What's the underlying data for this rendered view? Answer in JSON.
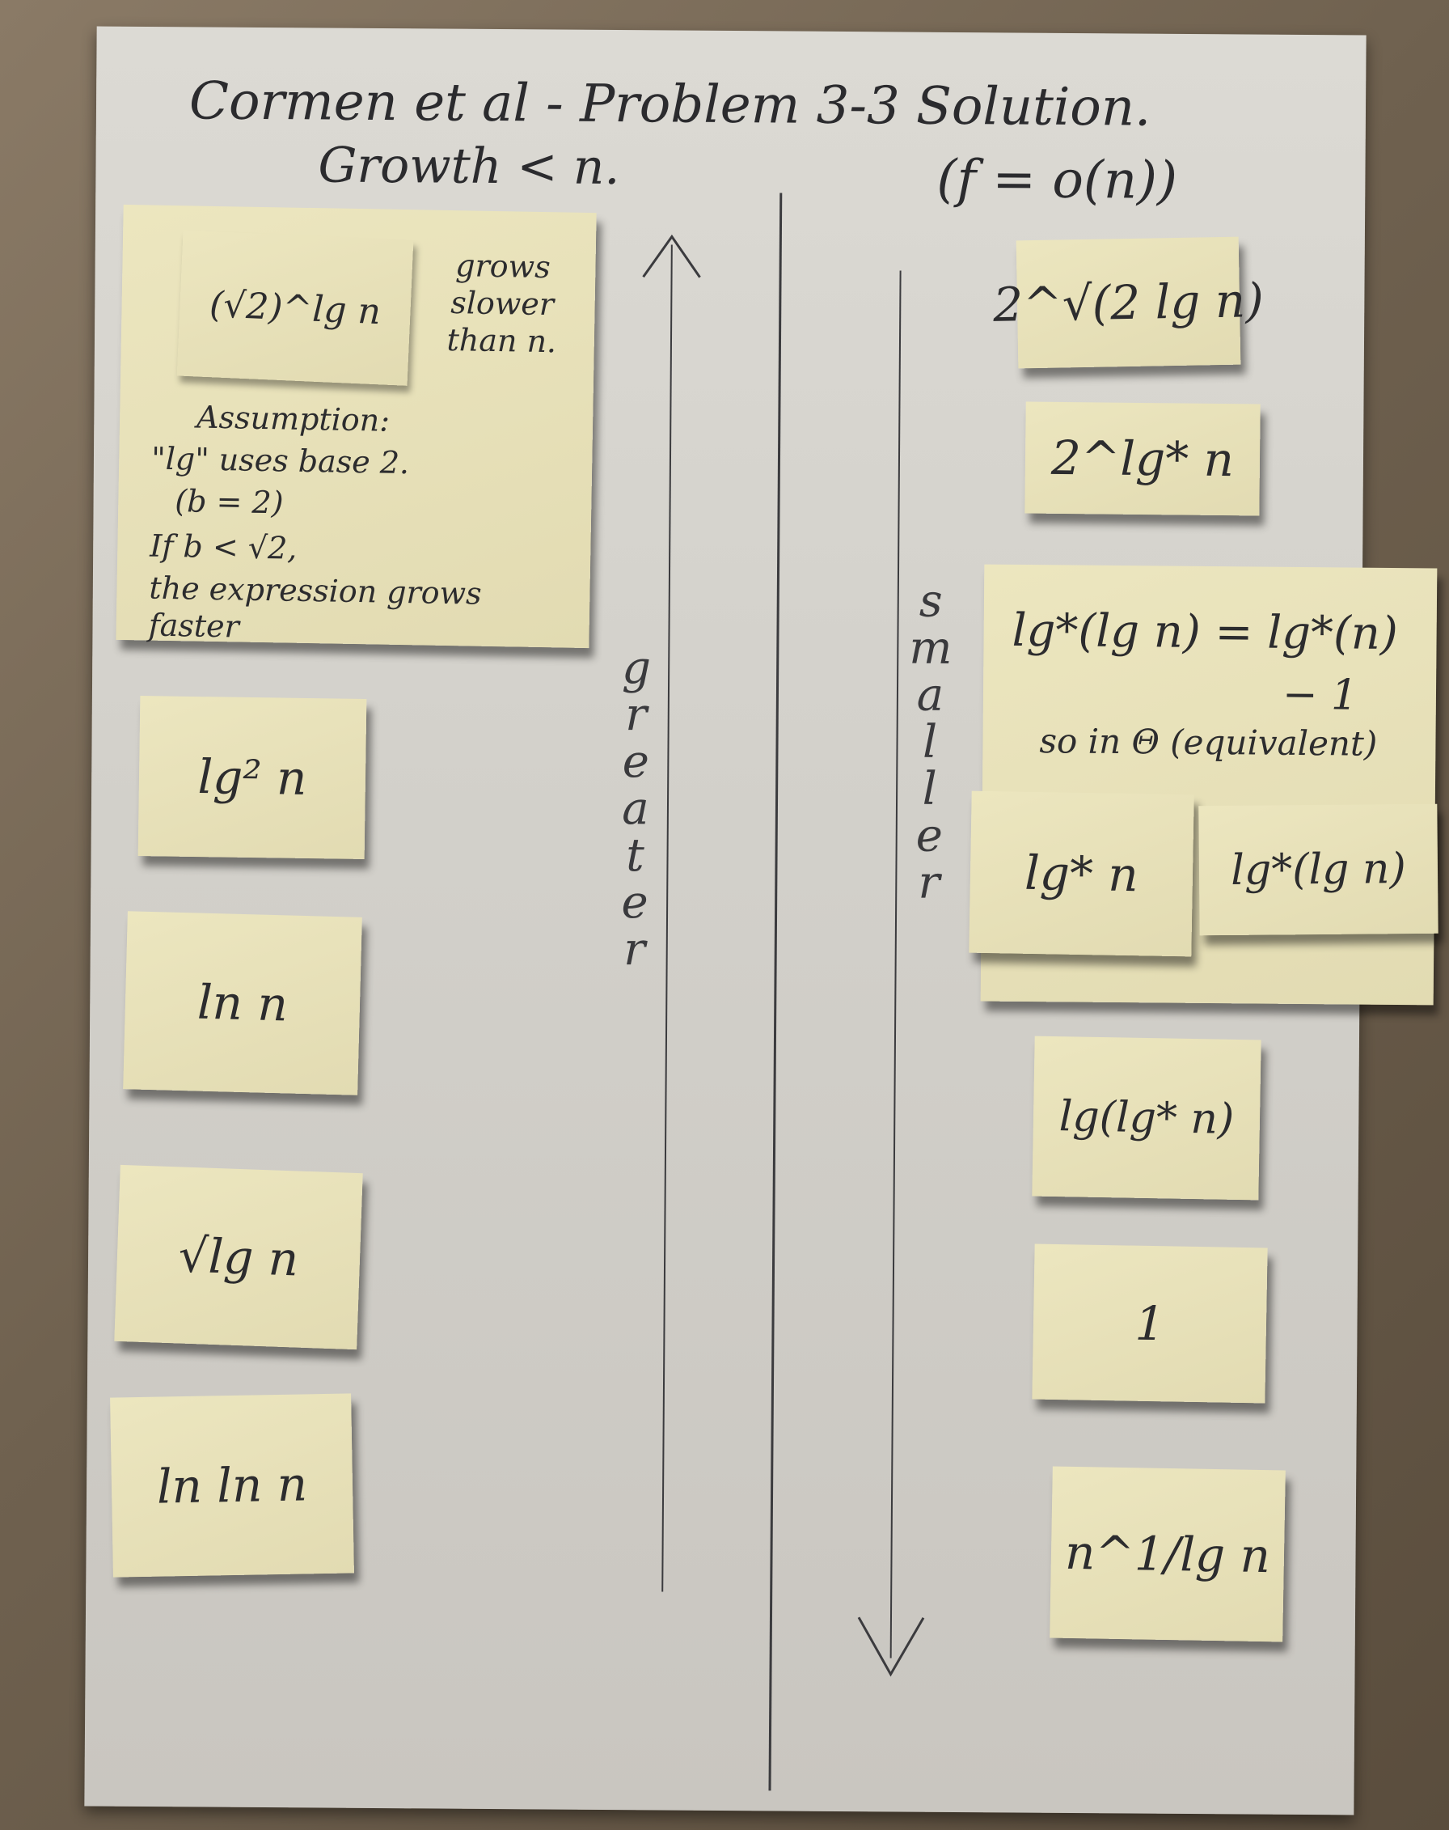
{
  "title_line1": "Cormen et al - Problem 3-3 Solution.",
  "title_line2_left": "Growth < n.",
  "title_line2_right": "(f = o(n))",
  "left_column_label": "Greater",
  "right_column_label": "Smaller",
  "assumption_note": {
    "inner_note": "(√2)^lg n",
    "side_text": "grows slower than n.",
    "line1": "Assumption:",
    "line2": "\"lg\" uses base 2.",
    "line3": "(b = 2)",
    "line4": "If b < √2,",
    "line5": "the expression grows faster"
  },
  "left_notes": [
    "lg² n",
    "ln n",
    "√lg n",
    "ln ln n"
  ],
  "right_notes": {
    "top1": "2^√(2 lg n)",
    "top2": "2^lg* n",
    "equiv_note_line1": "lg*(lg n) = lg*(n)",
    "equiv_note_line2": "− 1",
    "equiv_note_line3": "so in Θ (equivalent)",
    "pair_left": "lg* n",
    "pair_right": "lg*(lg n)",
    "lower1": "lg(lg* n)",
    "lower2": "1",
    "lower3": "n^1/lg n"
  }
}
